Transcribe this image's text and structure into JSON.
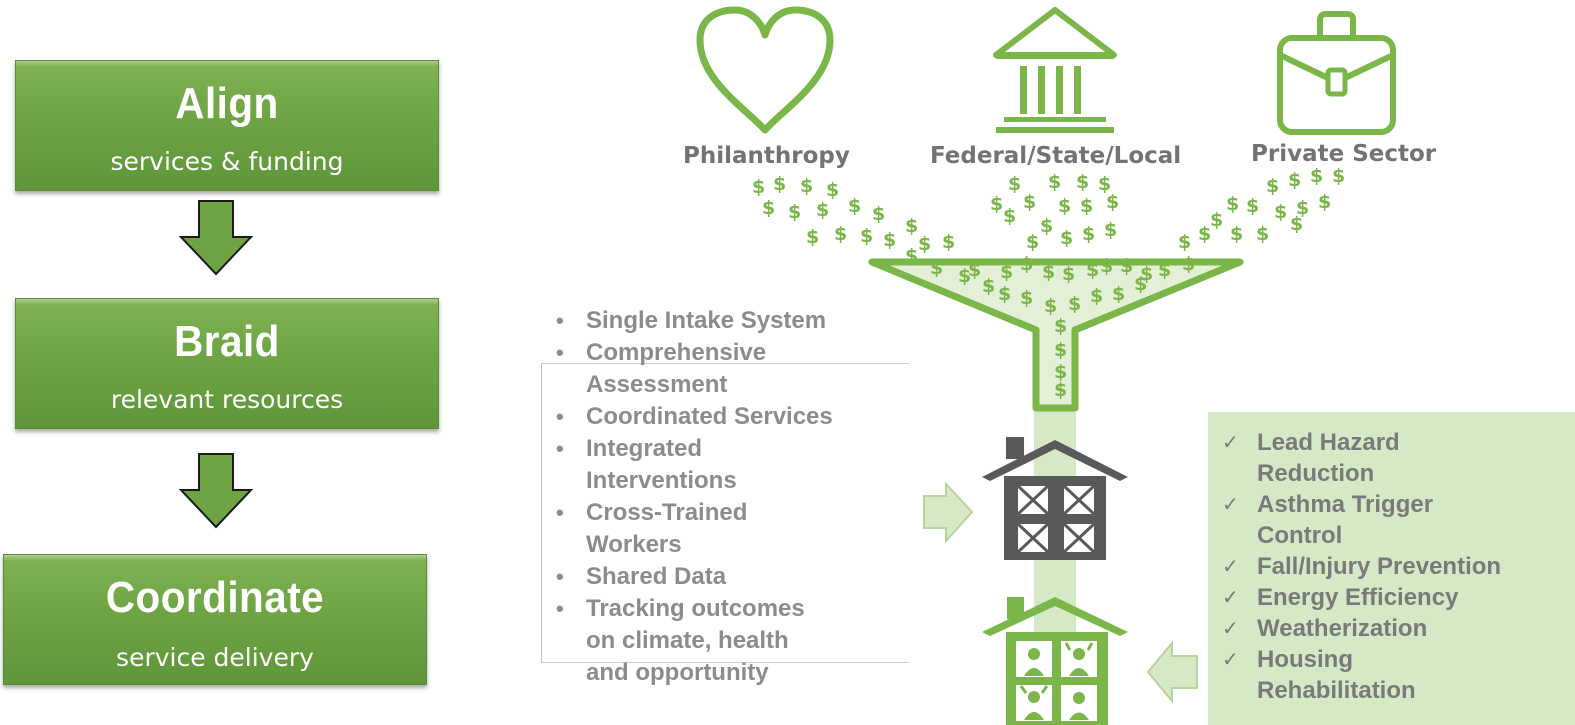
{
  "steps": [
    {
      "title": "Align",
      "subtitle": "services & funding"
    },
    {
      "title": "Braid",
      "subtitle": "relevant resources"
    },
    {
      "title": "Coordinate",
      "subtitle": "service delivery"
    }
  ],
  "sources": [
    {
      "label": "Philanthropy",
      "icon": "heart-icon"
    },
    {
      "label": "Federal/State/Local",
      "icon": "government-building-icon"
    },
    {
      "label": "Private Sector",
      "icon": "briefcase-icon"
    }
  ],
  "funnel_symbol": "$",
  "features": [
    "Single Intake System",
    "Comprehensive Assessment",
    "Coordinated Services",
    "Integrated Interventions",
    "Cross-Trained Workers",
    "Shared Data",
    "Tracking outcomes on climate, health and opportunity"
  ],
  "benefits": [
    "Lead Hazard Reduction",
    "Asthma Trigger Control",
    "Fall/Injury Prevention",
    "Energy Efficiency",
    "Weatherization",
    "Housing Rehabilitation"
  ],
  "colors": {
    "green": "#7ab648",
    "dark_green": "#5f963a",
    "light_green": "#d6e9c6",
    "grey_text": "#8c8c8c",
    "house_grey": "#595959"
  }
}
